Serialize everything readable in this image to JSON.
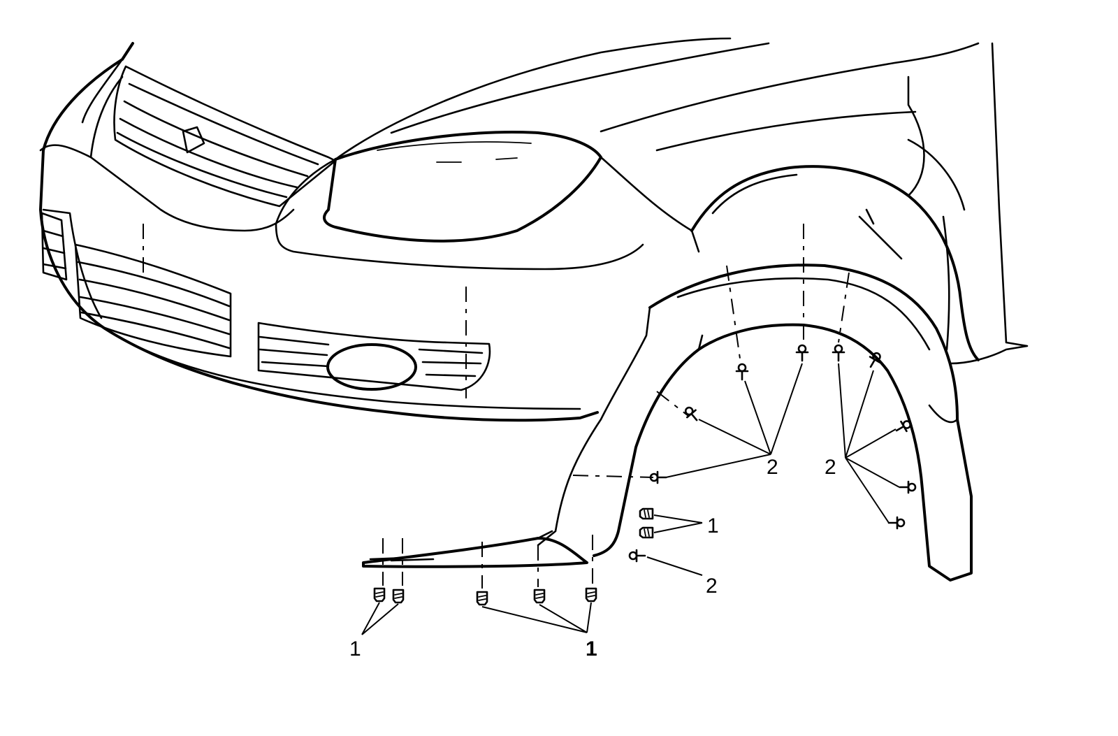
{
  "callouts": [
    {
      "id": "c-left-screws",
      "label": "1"
    },
    {
      "id": "c-front-screws",
      "label": "1"
    },
    {
      "id": "c-side-screws",
      "label": "1"
    },
    {
      "id": "c-lower-retainer",
      "label": "2"
    },
    {
      "id": "c-front-retainers",
      "label": "2"
    },
    {
      "id": "c-rear-retainers",
      "label": "2"
    }
  ]
}
